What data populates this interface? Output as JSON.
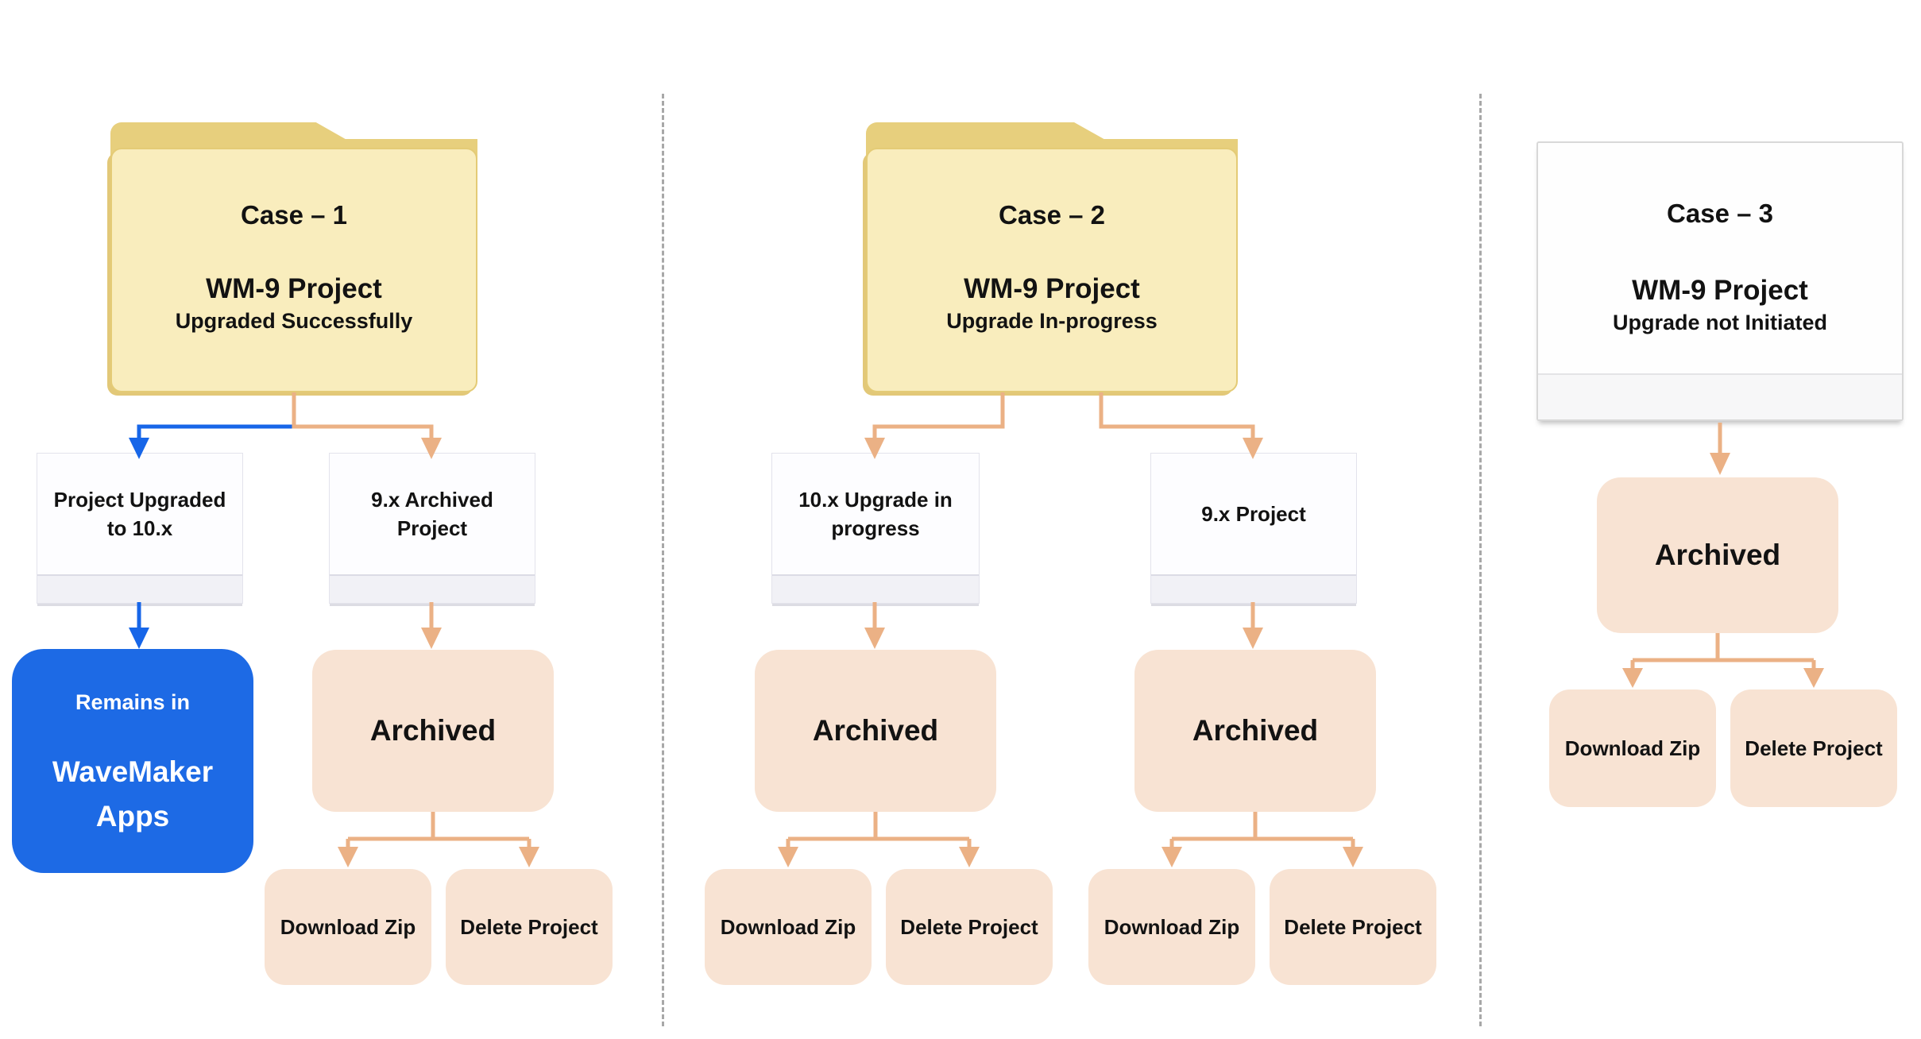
{
  "colors": {
    "folder_body": "#F9EDBD",
    "folder_tab": "#E7CF7D",
    "peach_box": "#F8E3D3",
    "connector_orange": "#EBB185",
    "connector_blue": "#1766E8",
    "blue_box": "#1D6AE5",
    "white_node_footer": "#F1F1F6",
    "dashed_separator": "#A8A8A8"
  },
  "common": {
    "project": "WM-9 Project",
    "archived": "Archived",
    "download_zip": "Download Zip",
    "delete_project": "Delete Project"
  },
  "case1": {
    "title": "Case – 1",
    "status": "Upgraded Successfully",
    "upgraded_box": "Project Upgraded to 10.x",
    "archived_project_box": "9.x Archived Project",
    "remains_line1": "Remains in",
    "remains_line2": "WaveMaker Apps"
  },
  "case2": {
    "title": "Case – 2",
    "status": "Upgrade In-progress",
    "in_progress_box": "10.x Upgrade in progress",
    "project_box": "9.x Project"
  },
  "case3": {
    "title": "Case – 3",
    "status": "Upgrade not Initiated"
  }
}
